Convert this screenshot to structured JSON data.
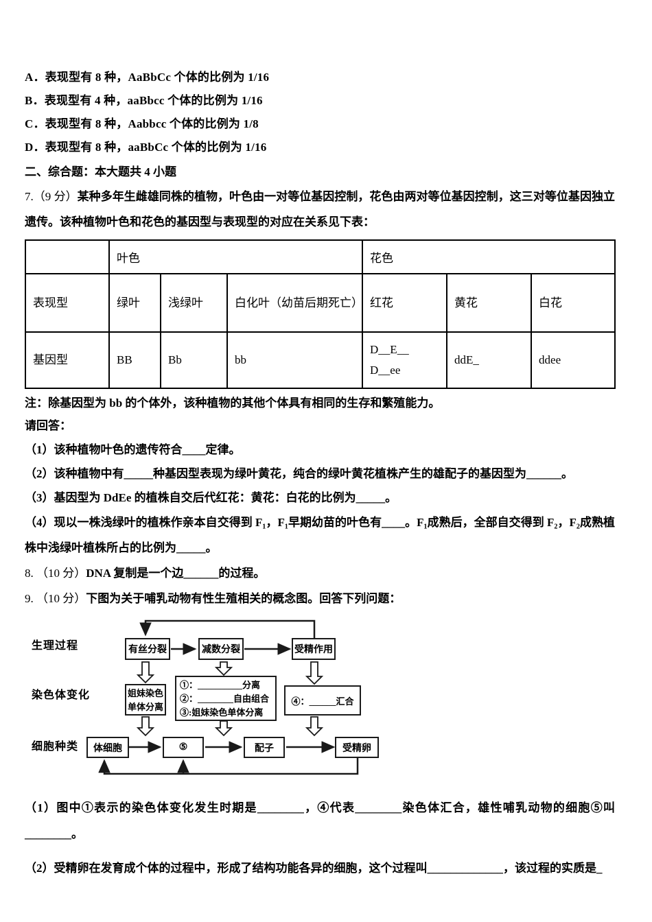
{
  "document": {
    "options": [
      "A．表现型有 8 种，AaBbCc 个体的比例为 1/16",
      "B．表现型有 4 种，aaBbcc 个体的比例为 1/16",
      "C．表现型有 8 种，Aabbcc 个体的比例为 1/8",
      "D．表现型有 8 种，aaBbCc 个体的比例为 1/16"
    ],
    "section_header": "二、综合题：本大题共 4 小题",
    "q7": {
      "num": "7.",
      "score": "（9 分）",
      "intro": "某种多年生雌雄同株的植物，叶色由一对等位基因控制，花色由两对等位基因控制，这三对等位基因独立遗传。该种植物叶色和花色的基因型与表现型的对应在关系见下表：",
      "table": {
        "leaf_group": "叶色",
        "flower_group": "花色",
        "phenotype_label": "表现型",
        "phenotype_green": "绿叶",
        "phenotype_light_green": "浅绿叶",
        "phenotype_albino": "白化叶（幼苗后期死亡）",
        "phenotype_red": "红花",
        "phenotype_yellow": "黄花",
        "phenotype_white": "白花",
        "genotype_label": "基因型",
        "genotype_green": "BB",
        "genotype_light_green": "Bb",
        "genotype_albino": "bb",
        "genotype_red_1": "D__E__",
        "genotype_red_2": "D__ee",
        "genotype_yellow": "ddE_",
        "genotype_white": "ddee"
      },
      "note": "注：除基因型为 bb 的个体外，该种植物的其他个体具有相同的生存和繁殖能力。",
      "prompt": "请回答：",
      "sub1": "（1）该种植物叶色的遗传符合____定律。",
      "sub2": "（2）该种植物中有_____种基因型表现为绿叶黄花，纯合的绿叶黄花植株产生的雄配子的基因型为______。",
      "sub3": "（3）基因型为 DdEe 的植株自交后代红花：黄花：白花的比例为_____。",
      "sub4": "（4）现以一株浅绿叶的植株作亲本自交得到 F₁，F₁早期幼苗的叶色有____。F₁成熟后，全部自交得到 F₂，F₂成熟植株中浅绿叶植株所占的比例为_____。"
    },
    "q8": {
      "num": "8.",
      "score": "（10 分）",
      "text": "DNA 复制是一个边______的过程。"
    },
    "q9": {
      "num": "9.",
      "score": "（10 分）",
      "text": "下图为关于哺乳动物有性生殖相关的概念图。回答下列问题：",
      "diagram": {
        "label_process": "生理过程",
        "label_chromosome": "染色体变化",
        "label_cell": "细胞种类",
        "box_mitosis": "有丝分裂",
        "box_meiosis": "减数分裂",
        "box_fertilization": "受精作用",
        "box_sister_separation": "姐妹染色单体分离",
        "meiosis_line1": "①：__________分离",
        "meiosis_line2": "②：________自由组合",
        "meiosis_line3": "③:姐妹染色单体分离",
        "box_confluence": "④：______汇合",
        "box_somatic": "体细胞",
        "box_5": "⑤",
        "box_gamete": "配子",
        "box_zygote": "受精卵"
      },
      "sub1": "（1）图中①表示的染色体变化发生时期是________，④代表________染色体汇合，雄性哺乳动物的细胞⑤叫________。",
      "sub2": "（2）受精卵在发育成个体的过程中，形成了结构功能各异的细胞，这个过程叫_____________，该过程的实质是_"
    }
  }
}
